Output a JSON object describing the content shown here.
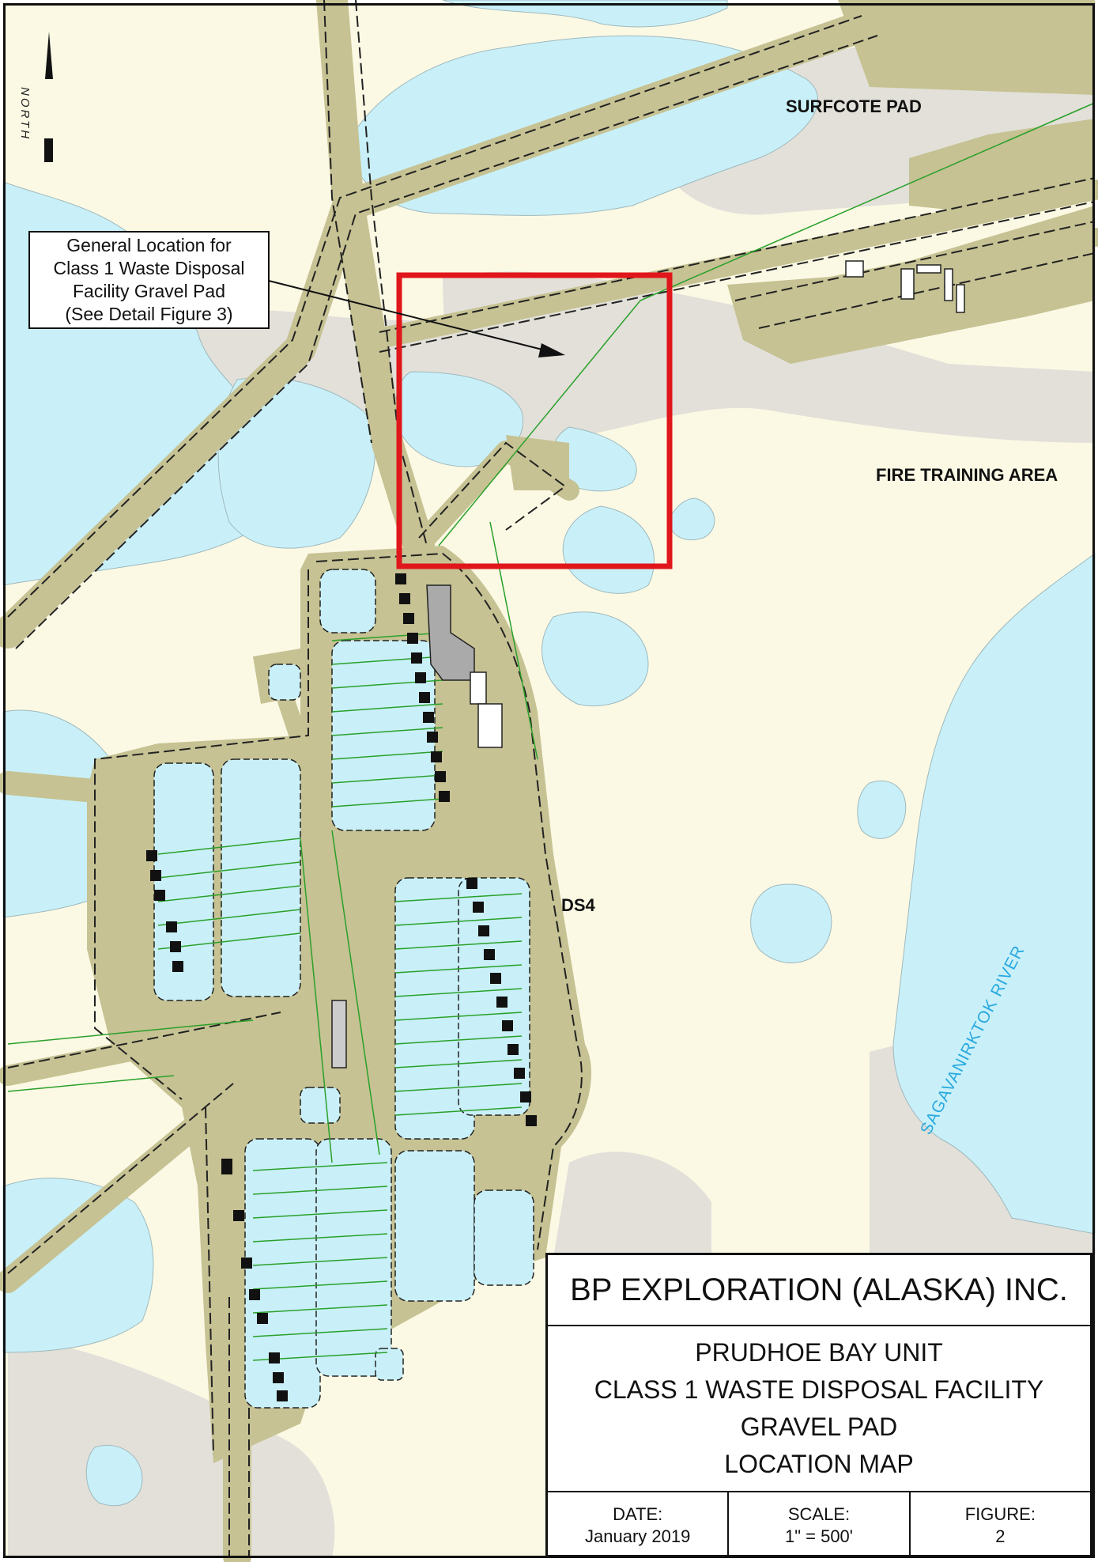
{
  "map_labels": {
    "surfcote_pad": "SURFCOTE PAD",
    "fire_training_area": "FIRE TRAINING AREA",
    "ds4": "DS4",
    "river": "SAGAVANIRKTOK  RIVER",
    "north": "NORTH"
  },
  "callout": {
    "line1": "General Location for",
    "line2": "Class 1 Waste Disposal",
    "line3": "Facility Gravel Pad",
    "line4": "(See Detail Figure 3)"
  },
  "title_block": {
    "company": "BP EXPLORATION  (ALASKA) INC.",
    "title_line1": "PRUDHOE BAY UNIT",
    "title_line2": "CLASS 1 WASTE DISPOSAL FACILITY",
    "title_line3": "GRAVEL PAD",
    "title_line4": "LOCATION MAP",
    "date_label": "DATE:",
    "date_value": "January 2019",
    "scale_label": "SCALE:",
    "scale_value": "1\" = 500'",
    "figure_label": "FIGURE:",
    "figure_value": "2"
  },
  "colors": {
    "tundra": "#fbf9e4",
    "water": "#c9f0f8",
    "gravel": "#c6c293",
    "gray_area": "#e2e0d9",
    "pipeline": "#2aa02a",
    "highlight_box": "#e0161b",
    "river_text": "#2aa9e0"
  }
}
